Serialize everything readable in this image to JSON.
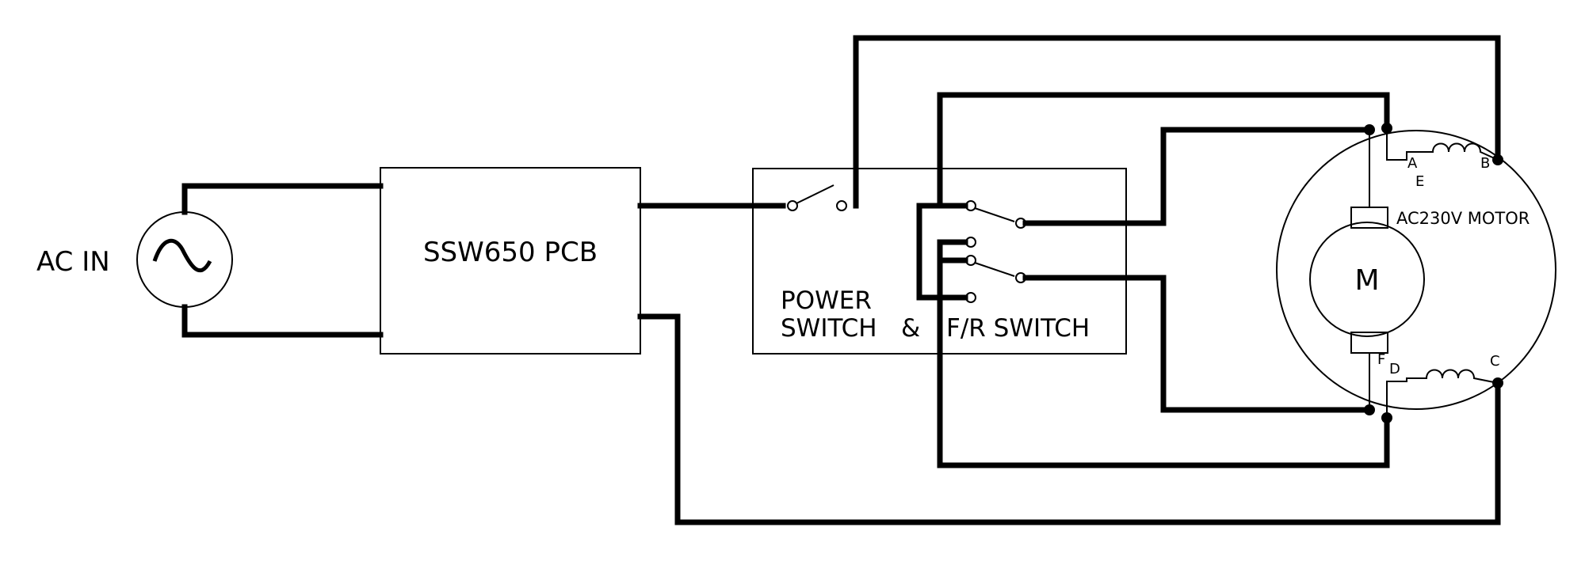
{
  "diagram": {
    "ac_in_label": "AC IN",
    "pcb_label": "SSW650 PCB",
    "switch_box": {
      "power_line1": "POWER",
      "power_line2": "SWITCH",
      "ampersand": "&",
      "fr_label": "F/R SWITCH"
    },
    "motor": {
      "label": "AC230V MOTOR",
      "symbol": "M",
      "terminals": [
        "A",
        "B",
        "C",
        "D",
        "E",
        "F"
      ]
    }
  }
}
